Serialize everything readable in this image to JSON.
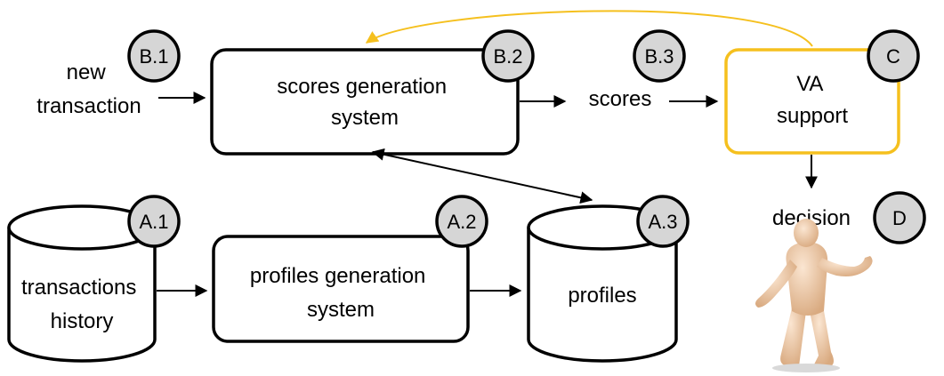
{
  "inputs": {
    "new_transaction": [
      "new",
      "transaction"
    ],
    "scores": "scores",
    "decision": "decision"
  },
  "nodes": {
    "scores_system": [
      "scores generation",
      "system"
    ],
    "va_support": [
      "VA",
      "support"
    ],
    "transactions_history": [
      "transactions",
      "history"
    ],
    "profiles_system": [
      "profiles generation",
      "system"
    ],
    "profiles": "profiles"
  },
  "badges": {
    "b1": "B.1",
    "b2": "B.2",
    "b3": "B.3",
    "c": "C",
    "a1": "A.1",
    "a2": "A.2",
    "a3": "A.3",
    "d": "D"
  },
  "colors": {
    "accent": "#f5c01e",
    "badge_fill": "#d6d6d6",
    "person": "#e8c9a8"
  }
}
